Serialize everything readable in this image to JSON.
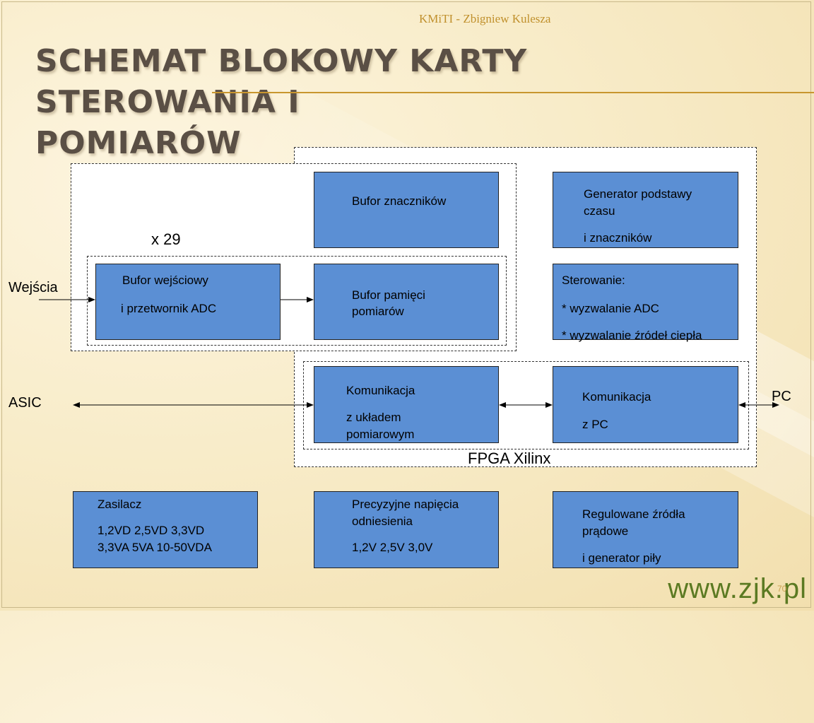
{
  "header": {
    "author": "KMiTI - Zbigniew Kulesza",
    "title_line1": "Schemat blokowy karty sterowania i",
    "title_line2": "pomiarów"
  },
  "labels": {
    "x29": "x 29",
    "wejscia": "Wejścia",
    "asic": "ASIC",
    "pc": "PC",
    "fpga": "FPGA Xilinx"
  },
  "blocks": {
    "bufor_znacznikow": "Bufor znaczników",
    "generator_line1": "Generator podstawy",
    "generator_line2": "czasu",
    "generator_line3": "i znaczników",
    "bufor_wej_line1": "Bufor wejściowy",
    "bufor_wej_line2": "i przetwornik ADC",
    "bufor_pam_line1": "Bufor pamięci",
    "bufor_pam_line2": "pomiarów",
    "sterowanie_line1": "Sterowanie:",
    "sterowanie_line2": "* wyzwalanie ADC",
    "sterowanie_line3": "* wyzwalanie źródeł ciepła",
    "kom_uklad_line1": "Komunikacja",
    "kom_uklad_line2": "z układem",
    "kom_uklad_line3": "pomiarowym",
    "kom_pc_line1": "Komunikacja",
    "kom_pc_line2": "z PC",
    "zasilacz_line1": "Zasilacz",
    "zasilacz_line2": "1,2VD 2,5VD 3,3VD",
    "zasilacz_line3": "3,3VA 5VA 10-50VDA",
    "precyzyjne_line1": "Precyzyjne napięcia",
    "precyzyjne_line2": "odniesienia",
    "precyzyjne_line3": "1,2V 2,5V 3,0V",
    "regulowane_line1": "Regulowane źródła",
    "regulowane_line2": "prądowe",
    "regulowane_line3": "i generator piły"
  },
  "footer": {
    "url": "www.zjk.pl",
    "slide_number": "70"
  },
  "colors": {
    "block_fill": "#5b8fd4",
    "title_color": "#5a4f45",
    "accent": "#c8962e"
  }
}
